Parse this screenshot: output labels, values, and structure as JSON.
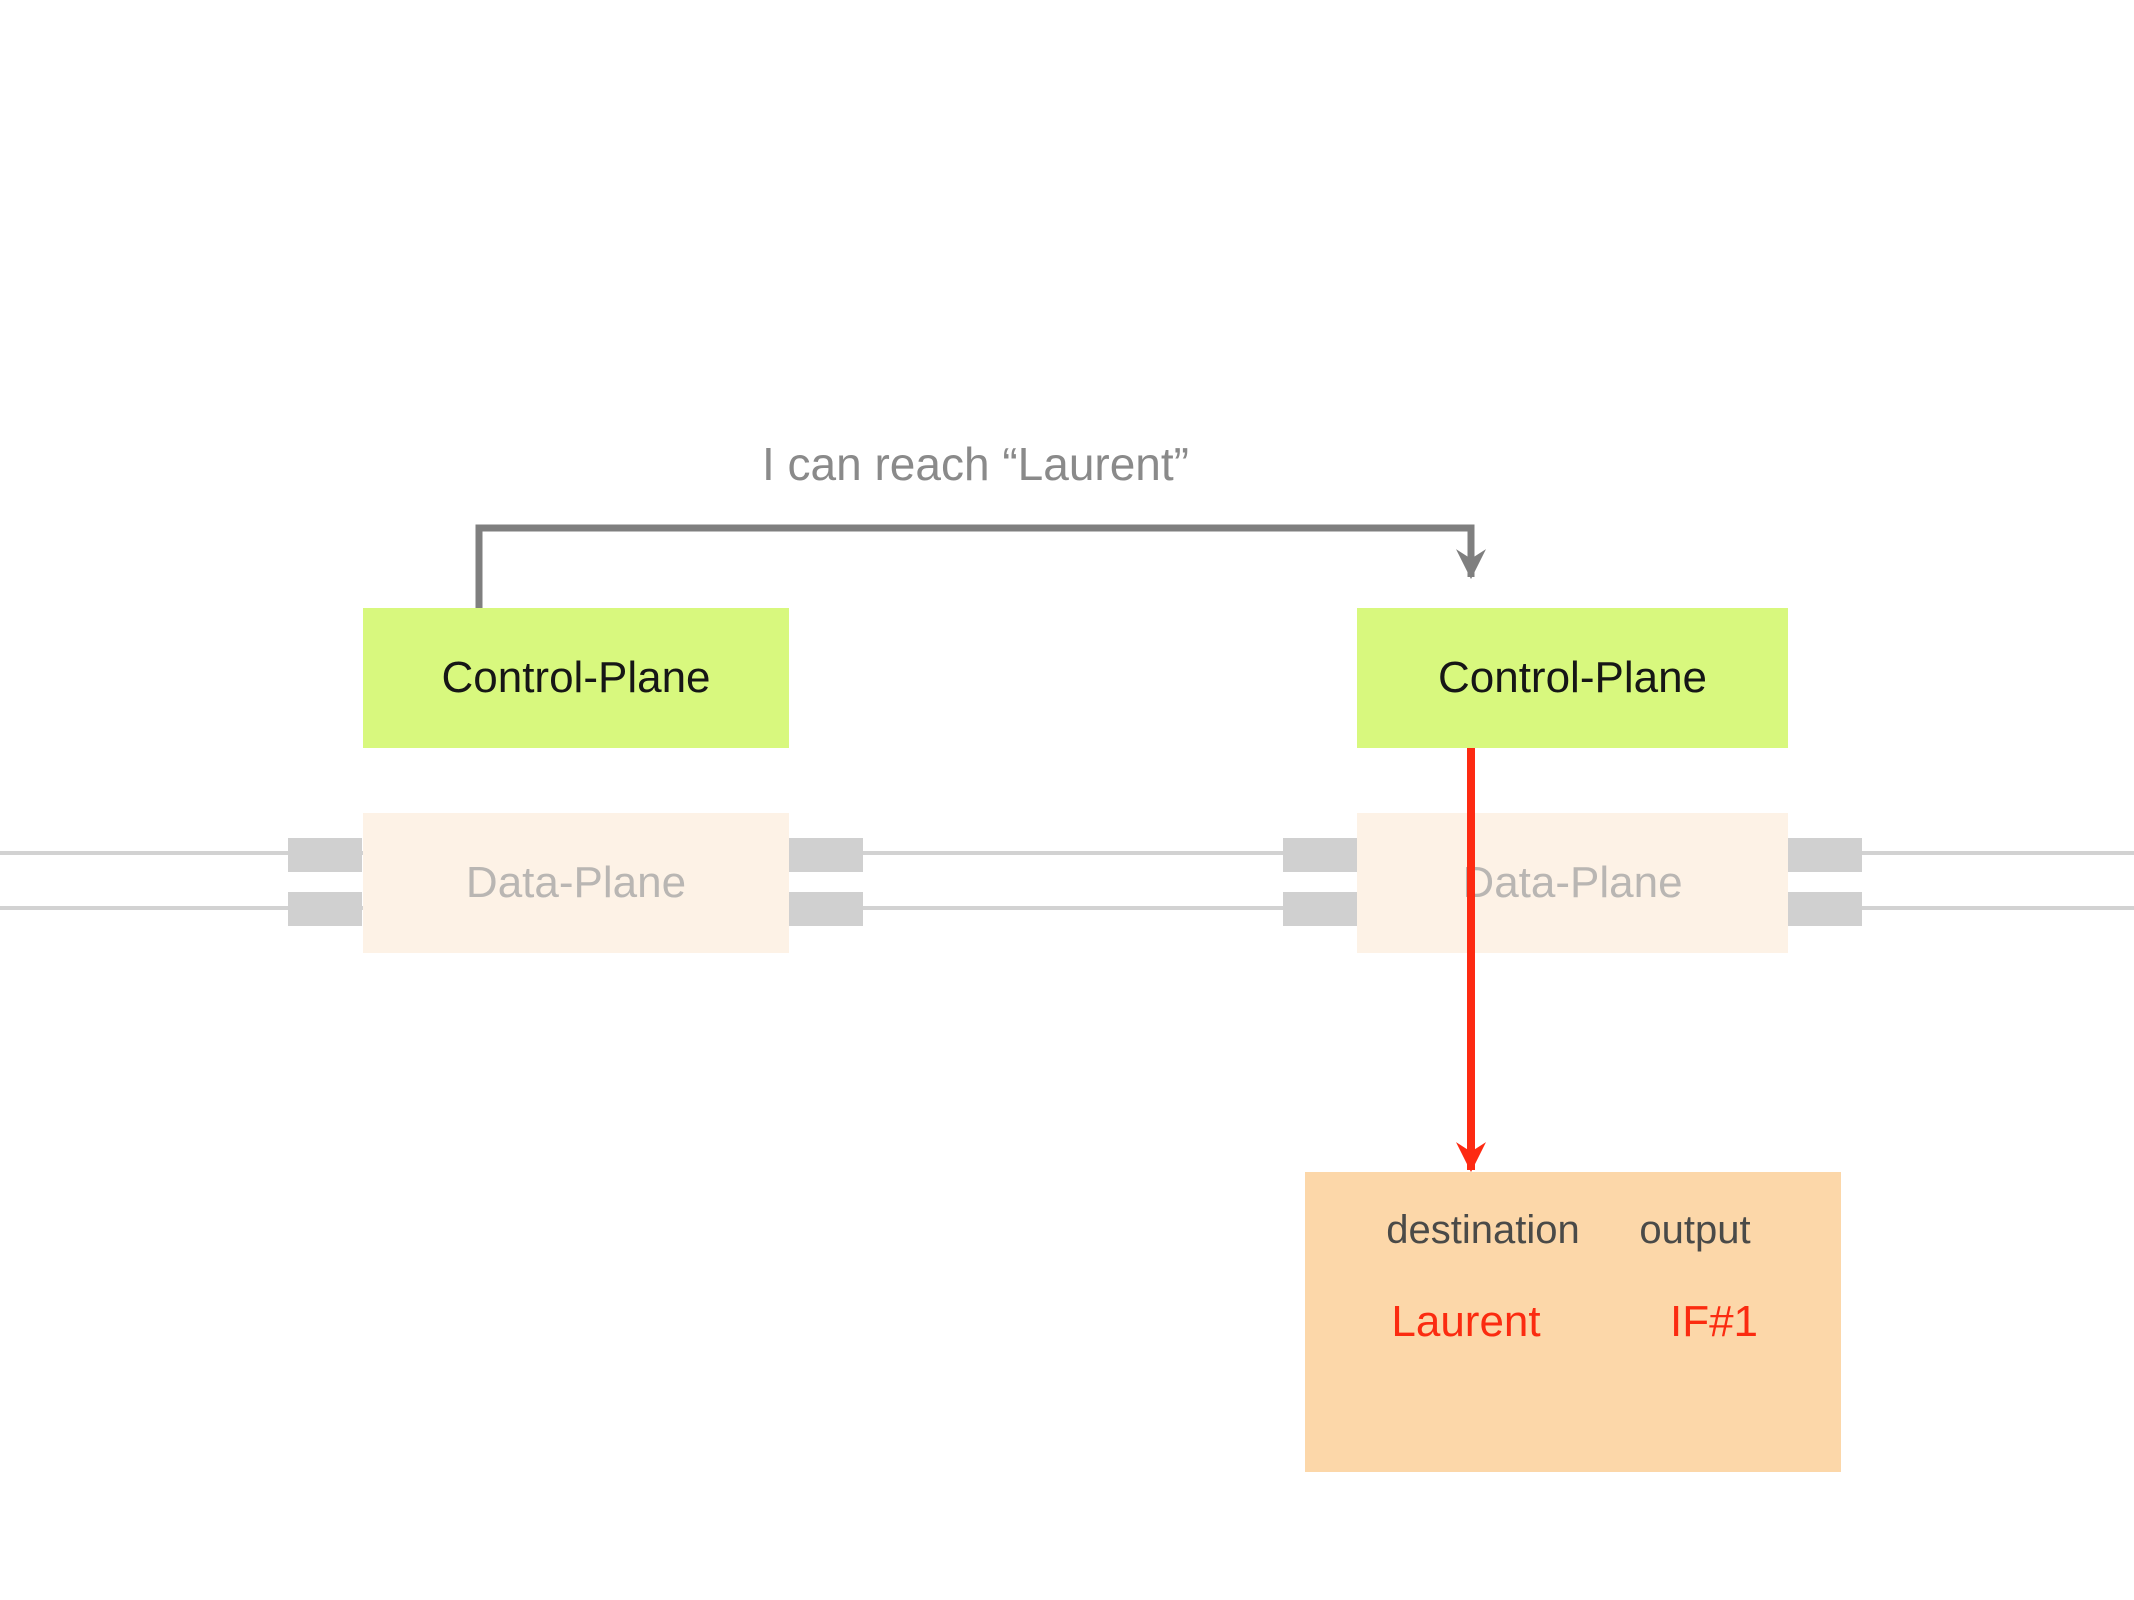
{
  "diagram": {
    "caption": "I can reach “Laurent”",
    "left_router": {
      "control_label": "Control-Plane",
      "data_label": "Data-Plane"
    },
    "right_router": {
      "control_label": "Control-Plane",
      "data_label": "Data-Plane"
    },
    "routing_table": {
      "headers": [
        "destination",
        "output"
      ],
      "rows": [
        [
          "Laurent",
          "IF#1"
        ]
      ]
    },
    "colors": {
      "control_plane_fill": "#d8f87e",
      "data_plane_fill": "#fdf2e6",
      "routing_table_fill": "#fcd7a9",
      "announce_arrow_gray": "#7f7f7f",
      "route_arrow_red": "#fd2a12",
      "caption_gray": "#8a8a8a",
      "port_gray": "#d0d0d0",
      "wire_gray": "#d2d2d2",
      "data_plane_text": "#b9b6b3",
      "table_header_text": "#4a4a48",
      "table_row_text": "#fb2b10"
    }
  }
}
